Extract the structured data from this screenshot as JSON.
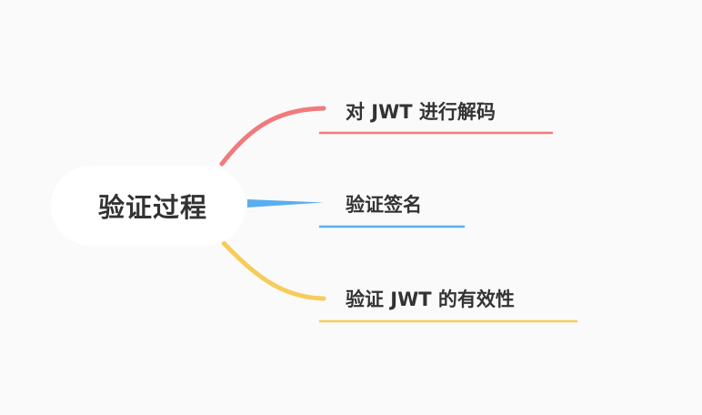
{
  "diagram": {
    "root": {
      "label": "验证过程"
    },
    "branches": [
      {
        "label": "对 JWT 进行解码",
        "color": "#f07a7c"
      },
      {
        "label": "验证签名",
        "color": "#5aaef0"
      },
      {
        "label": "验证 JWT 的有效性",
        "color": "#f6cc5a"
      }
    ]
  }
}
